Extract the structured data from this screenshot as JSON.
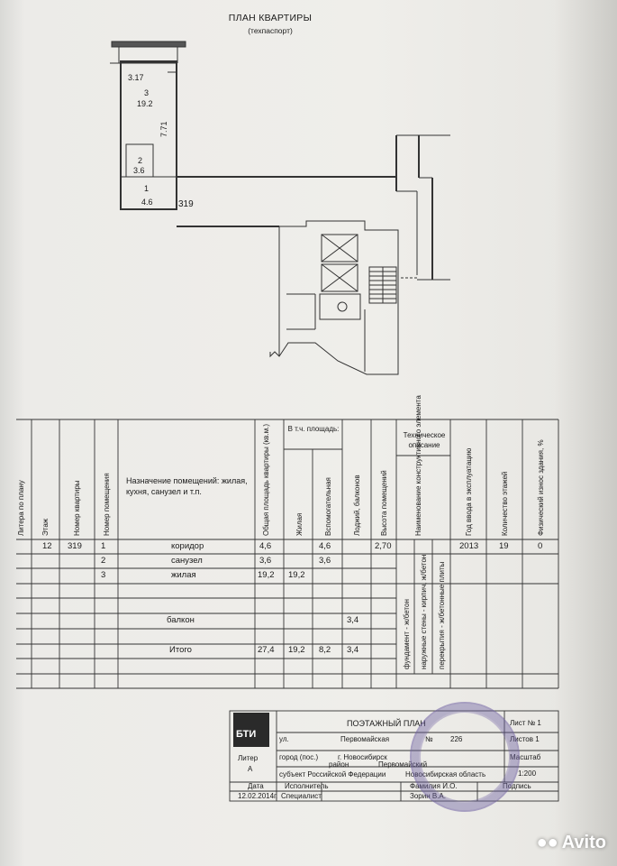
{
  "header": {
    "title": "ПЛАН КВАРТИРЫ",
    "subtitle": "(техпаспорт)"
  },
  "plan": {
    "labels": {
      "dim_top": "3.17",
      "room3_no": "3",
      "room3_area": "19.2",
      "dim_side": "7.71",
      "room2_no": "2",
      "room2_area": "3.6",
      "room1_no": "1",
      "room1_area": "4.6",
      "apt_no": "319"
    }
  },
  "table": {
    "headers": {
      "col0": "Литера по плану",
      "floor": "Этаж",
      "apt": "Номер квартиры",
      "room": "Номер помещения",
      "purpose": "Назначение помещений: жилая, кухня, санузел и т.п.",
      "total": "Общая площадь квартиры (кв.м.)",
      "incl": "В т.ч. площадь:",
      "living": "Жилая",
      "aux": "Вспомогательная",
      "loggia": "Лоджий, балконов",
      "height": "Высота помещений",
      "tech": "Техническое описание",
      "element": "Наименование конструктивного элемента",
      "year": "Год ввода в эксплуатацию",
      "floors": "Количество этажей",
      "wear": "Физический износ здания, %"
    },
    "rows": [
      {
        "floor": "12",
        "apt": "319",
        "room": "1",
        "purpose": "коридор",
        "total": "4,6",
        "living": "",
        "aux": "4,6",
        "loggia": "",
        "height": "2,70"
      },
      {
        "floor": "",
        "apt": "",
        "room": "2",
        "purpose": "санузел",
        "total": "3,6",
        "living": "",
        "aux": "3,6",
        "loggia": "",
        "height": ""
      },
      {
        "floor": "",
        "apt": "",
        "room": "3",
        "purpose": "жилая",
        "total": "19,2",
        "living": "19,2",
        "aux": "",
        "loggia": "",
        "height": ""
      }
    ],
    "balcony": {
      "purpose": "балкон",
      "loggia": "3,4"
    },
    "total": {
      "purpose": "Итого",
      "total": "27,4",
      "living": "19,2",
      "aux": "8,2",
      "loggia": "3,4"
    },
    "year_block": {
      "year": "2013",
      "floors": "19",
      "wear": "0"
    },
    "elements": [
      "фундамент - ж/бетон",
      "наружные стены - кирпич, ж/бетон",
      "перекрытия - ж/бетонные плиты"
    ]
  },
  "stamp_block": {
    "logo": "БТИ",
    "plan_title": "ПОЭТАЖНЫЙ ПЛАН",
    "sheet": "Лист № 1",
    "sheets": "Листов 1",
    "scale_label": "Масштаб",
    "scale": "1:200",
    "street_label": "ул.",
    "street": "Первомайская",
    "no_label": "№",
    "no": "226",
    "city_label": "город (пос.)",
    "city": "г. Новосибирск",
    "district_label": "район",
    "district": "Первомайский",
    "liter_label": "Литер",
    "liter": "А",
    "subject_label": "субъект Российской Федерации",
    "subject": "Новосибирская область",
    "date_label": "Дата",
    "date": "12.02.2014г.",
    "executor_label": "Исполнитель",
    "name_label": "Фамилия И.О.",
    "signature_label": "Подпись",
    "specialist_label": "Специалист",
    "specialist": "Зорин В.А."
  },
  "watermark": {
    "text": "Avito"
  }
}
